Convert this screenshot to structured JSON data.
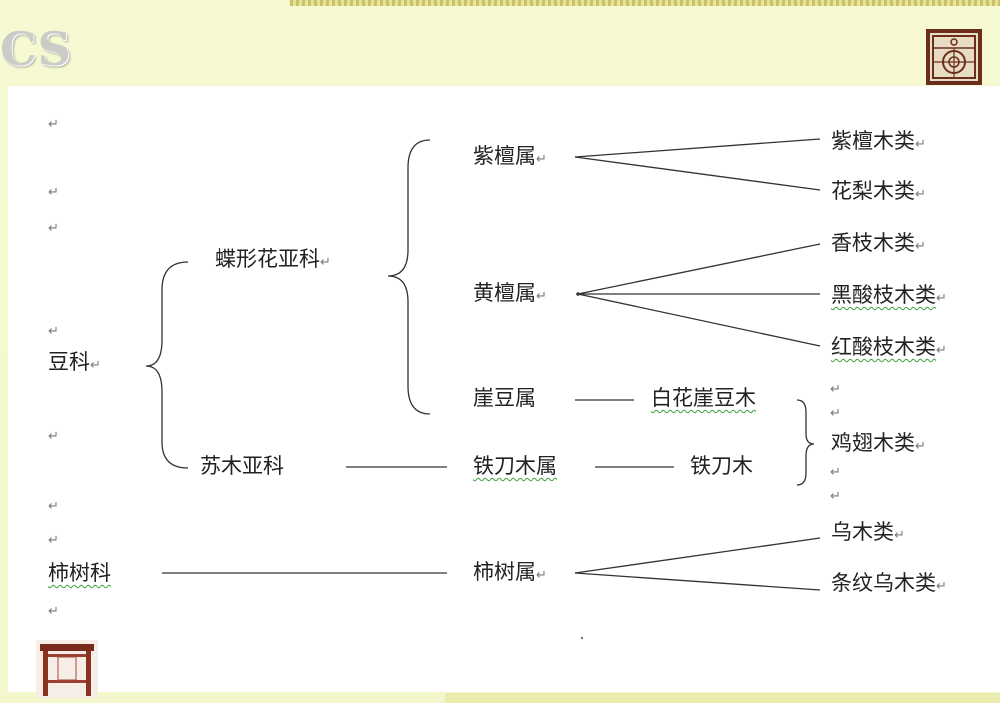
{
  "header": {
    "logo_text": "CS"
  },
  "para_mark": "↵",
  "tree": {
    "family_1": "豆科",
    "family_2": "柿树科",
    "subfamily_1": "蝶形花亚科",
    "subfamily_2": "苏木亚科",
    "genus_zitan": "紫檀属",
    "genus_huangtan": "黄檀属",
    "genus_yadou": "崖豆属",
    "genus_tiedaomu": "铁刀木属",
    "genus_shishu": "柿树属",
    "class_zitanmu": "紫檀木类",
    "class_hualimu": "花梨木类",
    "class_xiangzhimu": "香枝木类",
    "class_heisuanzhimu": "黑酸枝木类",
    "class_hongsuanzhimu": "红酸枝木类",
    "species_baihuayadoumu": "白花崖豆木",
    "species_tiedaomu": "铁刀木",
    "class_jichimu": "鸡翅木类",
    "class_wumu": "乌木类",
    "class_tiaowenwumu": "条纹乌木类"
  }
}
